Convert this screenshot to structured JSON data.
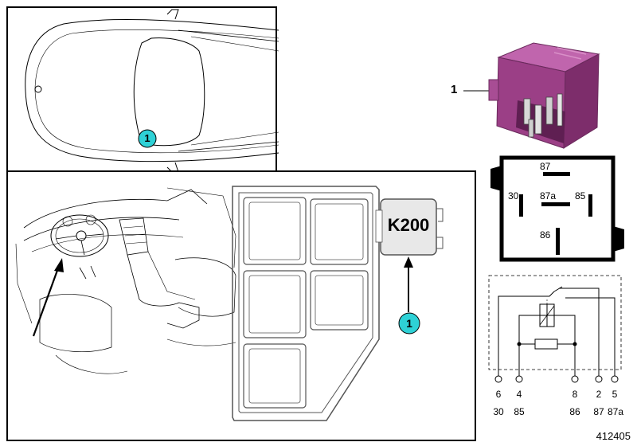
{
  "callout": {
    "number": "1"
  },
  "relay_photo": {
    "callout_label": "1"
  },
  "relay_label": {
    "text": "K200"
  },
  "relay_pins_top": [
    {
      "pin": "87"
    },
    {
      "pin": "30"
    },
    {
      "pin": "87a"
    },
    {
      "pin": "85"
    },
    {
      "pin": "86"
    }
  ],
  "schematic": {
    "pin_numbers": [
      "6",
      "4",
      "8",
      "2",
      "5"
    ],
    "terminal_names": [
      "30",
      "85",
      "86",
      "87",
      "87a"
    ]
  },
  "figure_id": "412405",
  "colors": {
    "callout_fill": "#2ed1d6",
    "relay_body": "#9b3f86"
  }
}
